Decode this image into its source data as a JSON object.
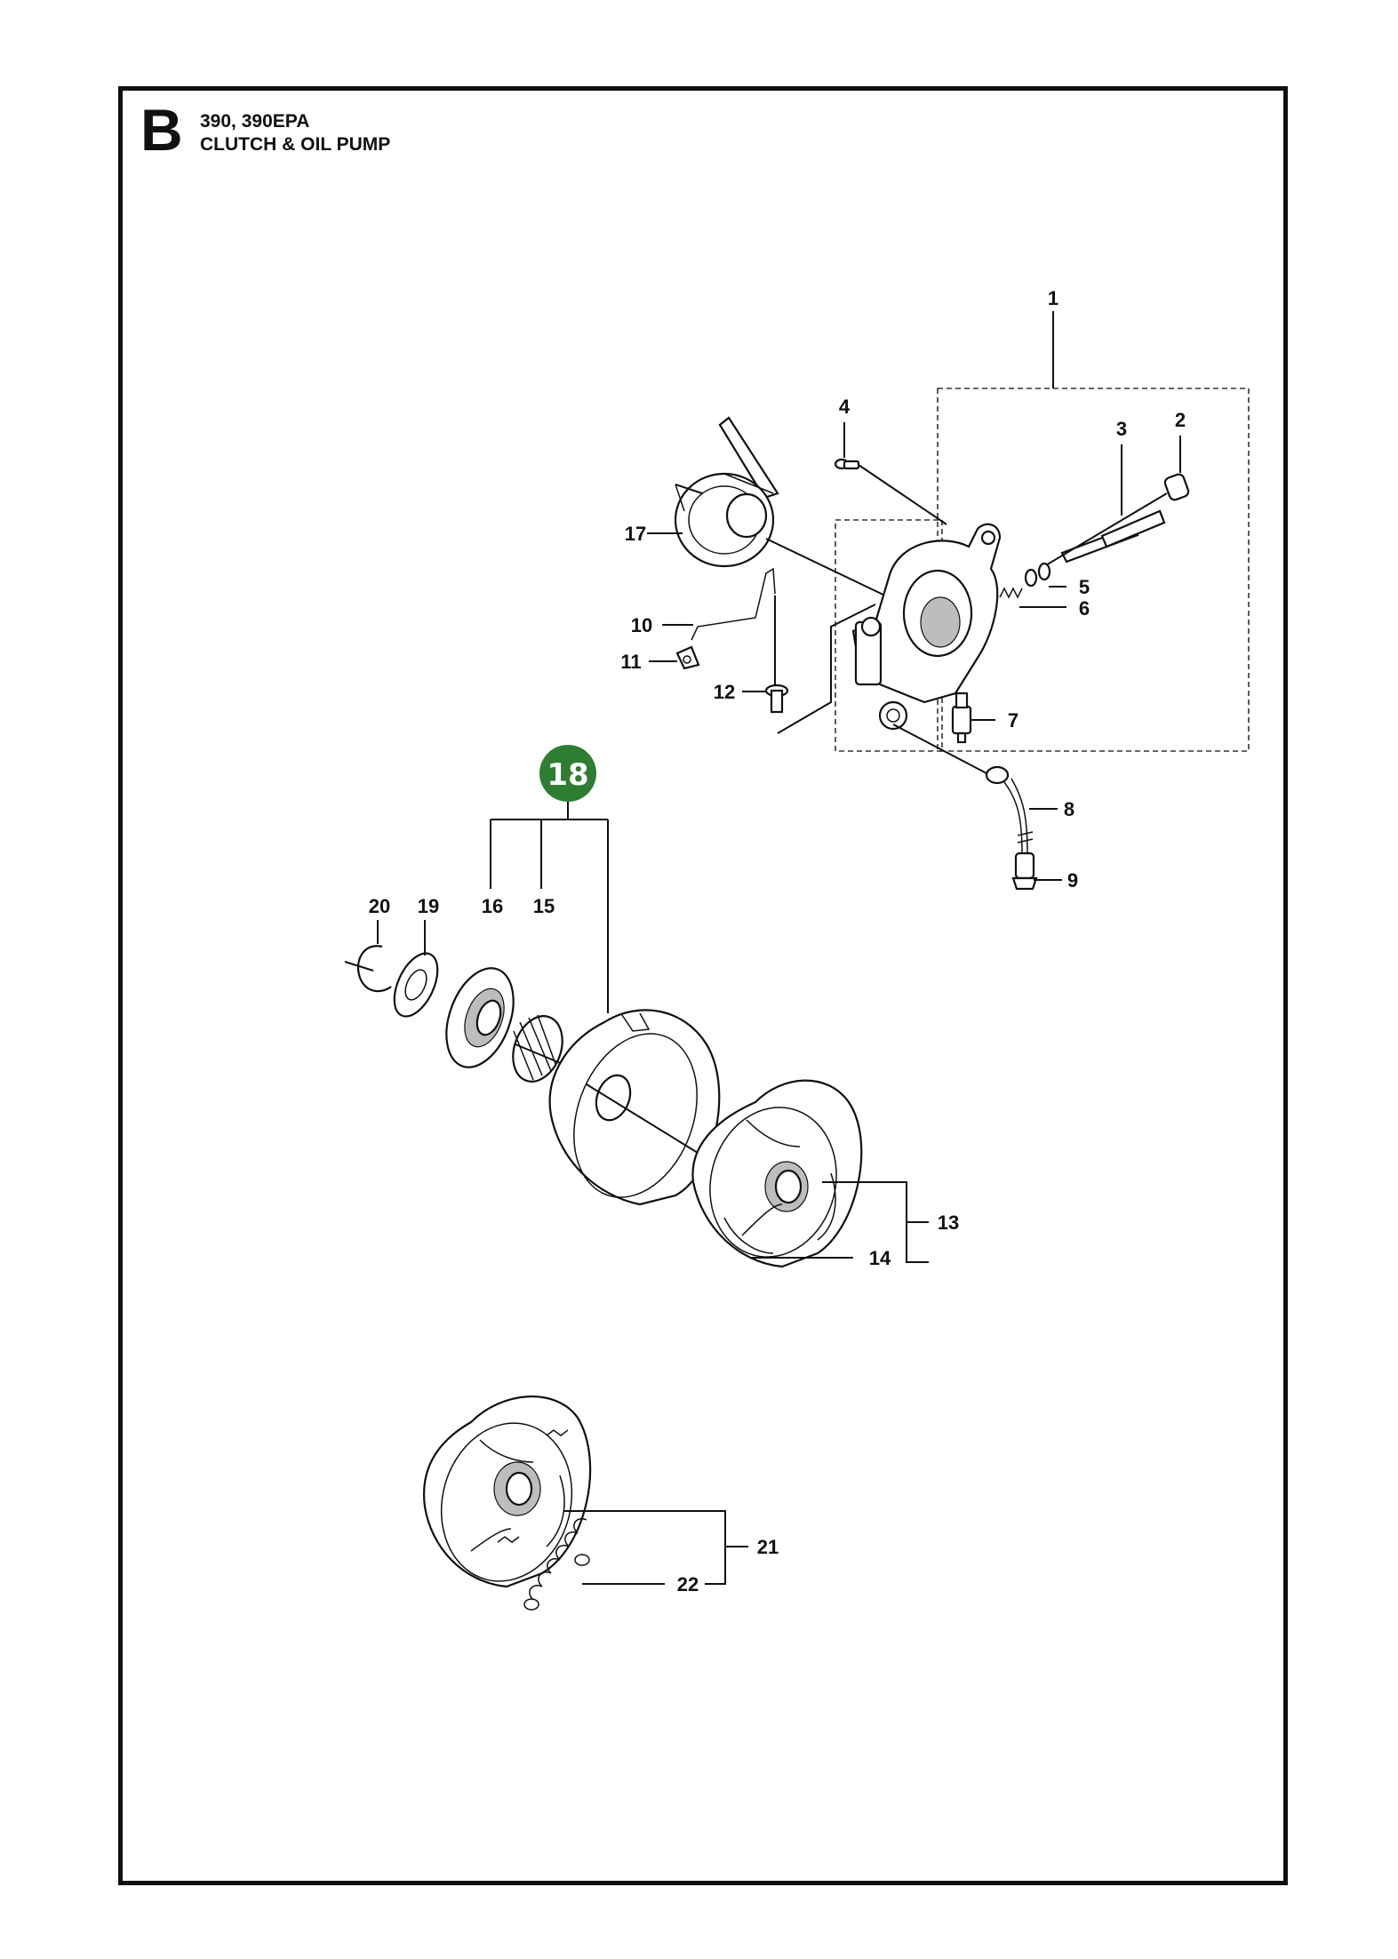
{
  "header": {
    "section_letter": "B",
    "models": "390, 390EPA",
    "title": "CLUTCH & OIL PUMP"
  },
  "colors": {
    "badge_fill": "#2e7d32",
    "line": "#111111"
  },
  "callouts": {
    "c1": "1",
    "c2": "2",
    "c3": "3",
    "c4": "4",
    "c5": "5",
    "c6": "6",
    "c7": "7",
    "c8": "8",
    "c9": "9",
    "c10": "10",
    "c11": "11",
    "c12": "12",
    "c13": "13",
    "c14": "14",
    "c15": "15",
    "c16": "16",
    "c17": "17",
    "c18": "18",
    "c19": "19",
    "c20": "20",
    "c21": "21",
    "c22": "22"
  },
  "parts": [
    {
      "icon": "oil-pump-housing-icon"
    },
    {
      "icon": "end-cap-icon"
    },
    {
      "icon": "pump-shaft-icon"
    },
    {
      "icon": "screw-icon"
    },
    {
      "icon": "washer-icon"
    },
    {
      "icon": "spring-icon"
    },
    {
      "icon": "valve-icon"
    },
    {
      "icon": "oil-hose-icon"
    },
    {
      "icon": "oil-filter-icon"
    },
    {
      "icon": "wire-icon"
    },
    {
      "icon": "retainer-icon"
    },
    {
      "icon": "screw-icon"
    },
    {
      "icon": "clutch-icon"
    },
    {
      "icon": "clutch-shoe-icon"
    },
    {
      "icon": "needle-bearing-icon"
    },
    {
      "icon": "rim-sprocket-icon"
    },
    {
      "icon": "worm-gear-icon"
    },
    {
      "icon": "clutch-drum-icon"
    },
    {
      "icon": "washer-icon"
    },
    {
      "icon": "lock-washer-icon"
    },
    {
      "icon": "clutch-assembly-icon"
    },
    {
      "icon": "clutch-spring-icon"
    }
  ]
}
